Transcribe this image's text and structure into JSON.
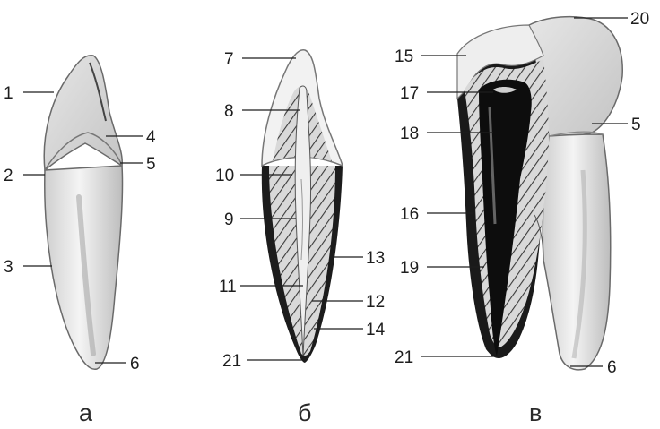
{
  "figure": {
    "panels": [
      {
        "letter": "а",
        "labels": [
          "1",
          "2",
          "3",
          "4",
          "5",
          "6"
        ]
      },
      {
        "letter": "б",
        "labels": [
          "7",
          "8",
          "10",
          "9",
          "11",
          "13",
          "12",
          "14",
          "21"
        ]
      },
      {
        "letter": "в",
        "labels": [
          "15",
          "20",
          "17",
          "18",
          "5",
          "16",
          "19",
          "21",
          "6"
        ]
      }
    ]
  }
}
